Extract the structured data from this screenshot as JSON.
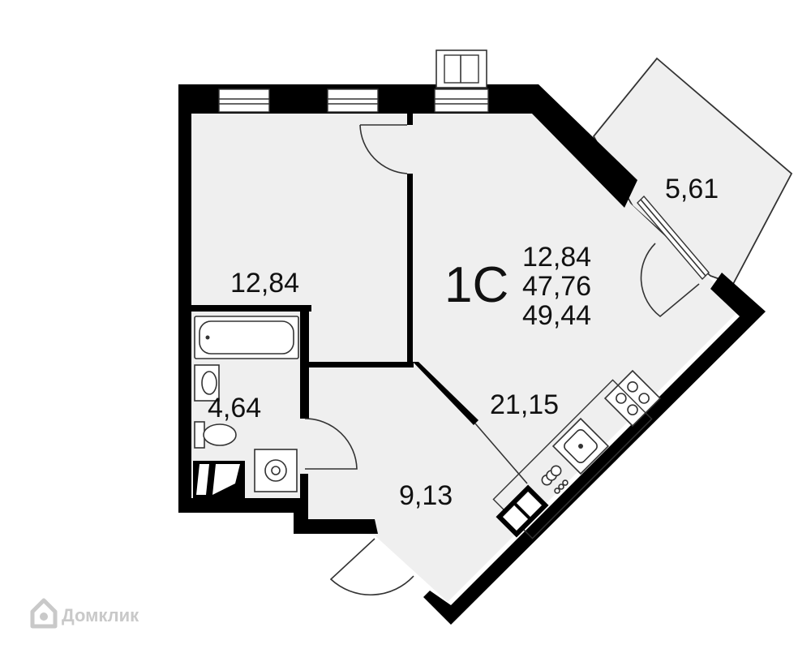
{
  "plan": {
    "apartment_code": "1C",
    "summary_areas": [
      "12,84",
      "47,76",
      "49,44"
    ],
    "rooms": {
      "bedroom": "12,84",
      "balcony": "5,61",
      "bathroom": "4,64",
      "kitchen_living": "21,15",
      "hallway": "9,13"
    }
  },
  "watermark": {
    "text": "Домклик",
    "icon": "house-logo-icon"
  },
  "colors": {
    "floor": "#efefef",
    "wall": "#000000",
    "line": "#333333",
    "background": "#ffffff"
  }
}
